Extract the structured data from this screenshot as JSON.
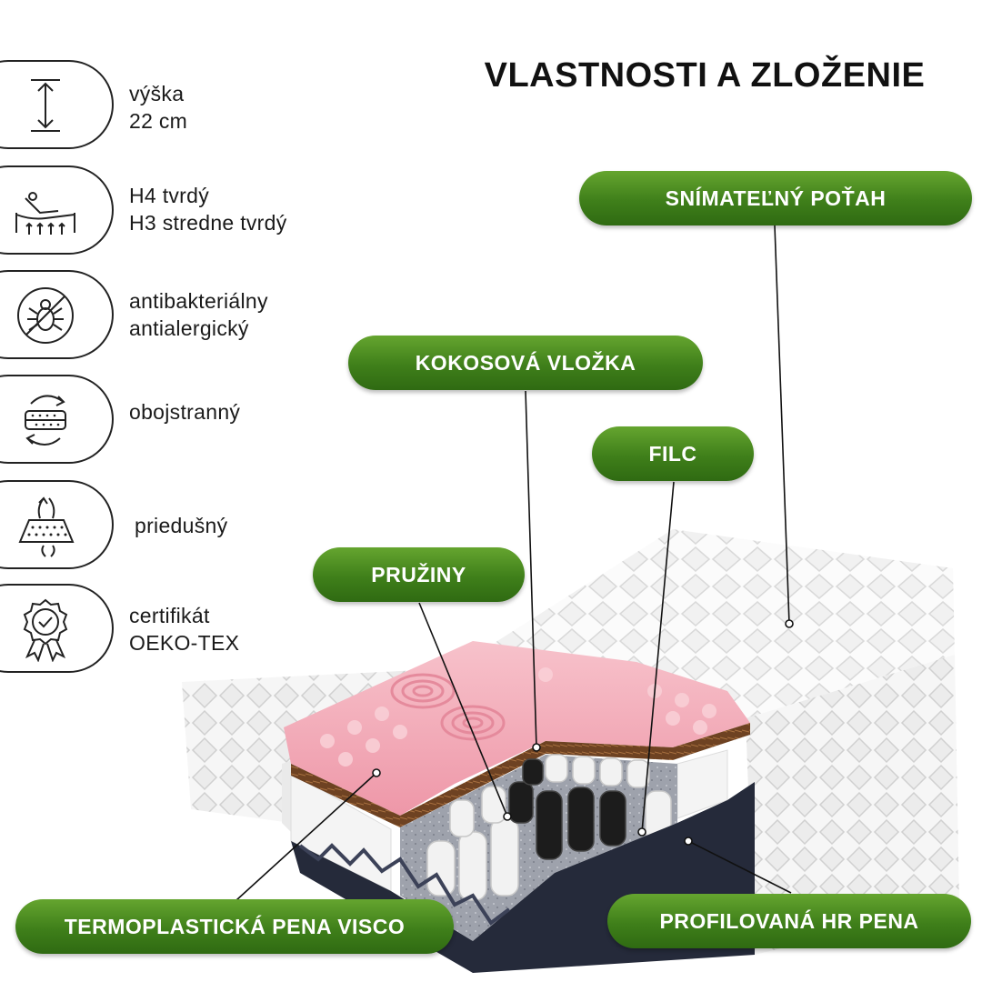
{
  "title": "VLASTNOSTI A ZLOŽENIE",
  "features": [
    {
      "icon": "height-arrow-icon",
      "line1": "výška",
      "line2": "22 cm"
    },
    {
      "icon": "firmness-icon",
      "line1": "H4 tvrdý",
      "line2": "H3 stredne tvrdý"
    },
    {
      "icon": "no-mite-icon",
      "line1": "antibakteriálny",
      "line2": "antialergický"
    },
    {
      "icon": "double-sided-icon",
      "line1": "obojstranný",
      "line2": ""
    },
    {
      "icon": "breathable-icon",
      "line1": "priedušný",
      "line2": ""
    },
    {
      "icon": "certificate-badge-icon",
      "line1": "certifikát",
      "line2": "OEKO-TEX"
    }
  ],
  "labels": {
    "cover": "SNÍMATEĽNÝ POŤAH",
    "coconut": "KOKOSOVÁ VLOŽKA",
    "felt": "FILC",
    "springs": "PRUŽINY",
    "visco": "TERMOPLASTICKÁ PENA VISCO",
    "hr_foam": "PROFILOVANÁ HR PENA"
  },
  "colors": {
    "pill_green": "#3f7f1a",
    "pink_foam": "#f2a6b4",
    "coconut": "#7a4a28"
  }
}
